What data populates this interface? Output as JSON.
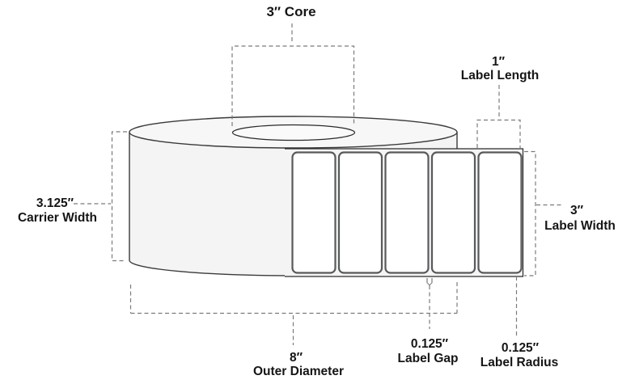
{
  "diagram": {
    "type": "label-roll-dimensions",
    "core": {
      "text": "3″ Core"
    },
    "label_length": {
      "value": "1″",
      "label": "Label Length"
    },
    "carrier_width": {
      "value": "3.125″",
      "label": "Carrier Width"
    },
    "label_width": {
      "value": "3″",
      "label": "Label Width"
    },
    "outer_diameter": {
      "value": "8″",
      "label": "Outer Diameter"
    },
    "label_gap": {
      "value": "0.125″",
      "label": "Label Gap"
    },
    "label_radius": {
      "value": "0.125″",
      "label": "Label Radius"
    },
    "label_count": 5,
    "colors": {
      "background": "#ffffff",
      "outline": "#3a3a3a",
      "label_border": "#58595b",
      "dashed_line": "#7b7b7b",
      "roll_fill": "#f4f4f4",
      "roll_top_fill": "#f7f7f7",
      "label_fill": "#ffffff",
      "text": "#151515"
    }
  }
}
